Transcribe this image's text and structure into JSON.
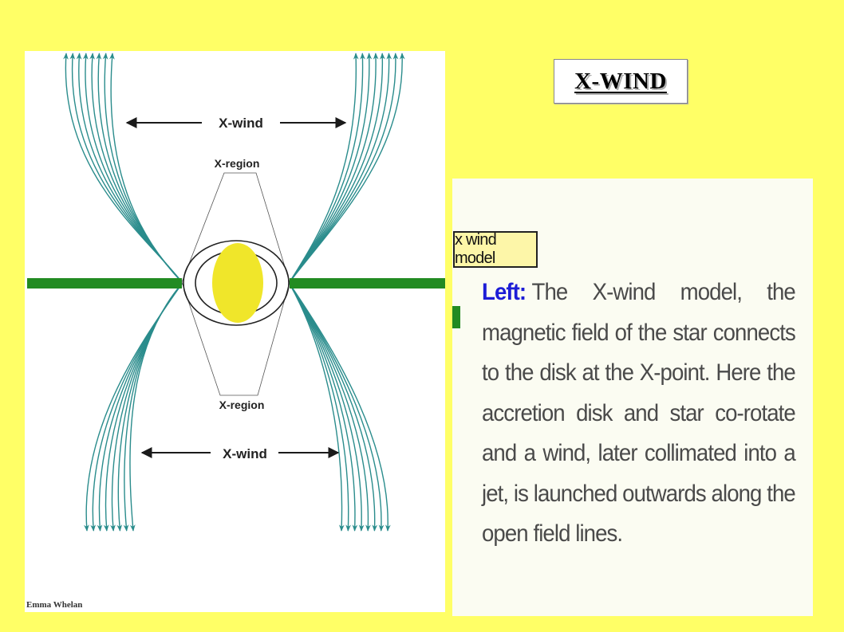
{
  "title": "X-WIND",
  "diagram": {
    "top_arrow_label": "X-wind",
    "top_region_label": "X-region",
    "bottom_region_label": "X-region",
    "bottom_arrow_label": "X-wind",
    "credit": "Emma Whelan"
  },
  "panel": {
    "tag": "x wind model",
    "caption_lead": "Left:",
    "caption_body": "The X-wind model, the magnetic field of the star connects to the disk at the X-point. Here the accretion disk and star co-rotate and a wind, later collimated into a jet, is launched outwards along the open field lines."
  },
  "colors": {
    "background": "#ffff66",
    "disk": "#228B22",
    "star": "#f0e62a",
    "field_lines": "#2a8c8c",
    "caption_lead": "#1d1dd6"
  },
  "icons": [
    "arrow-left-icon",
    "arrow-right-icon",
    "arrowhead-up-icon",
    "arrowhead-down-icon"
  ]
}
